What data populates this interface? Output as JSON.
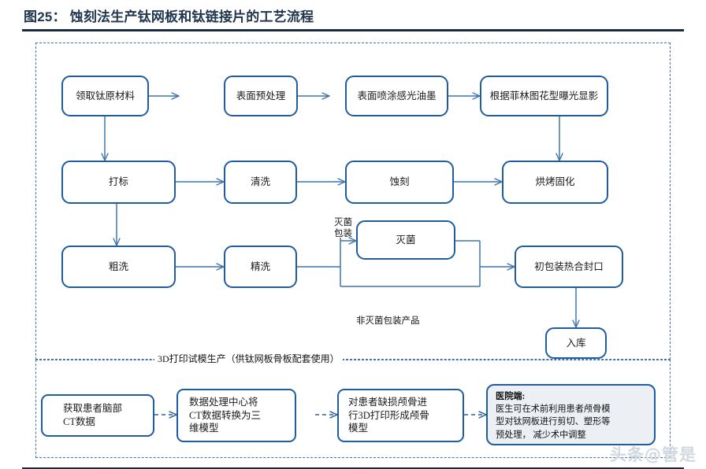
{
  "title": {
    "text": "图25： 蚀刻法生产钛网板和钛链接片的工艺流程"
  },
  "watermark": {
    "text": "头条@管是"
  },
  "regions": {
    "main_process": {
      "label": ""
    },
    "printing_section": {
      "label": "3D打印试模生产（供钛网板骨板配套使用）"
    }
  },
  "nodes": {
    "raw_material": {
      "label": "领取钛原材料"
    },
    "surface_pretreat": {
      "label": "表面预处理"
    },
    "photoresist_spray": {
      "label": "表面喷涂感光油墨"
    },
    "film_exposure": {
      "label": "根据菲林图花型曝光显影"
    },
    "marking": {
      "label": "打标"
    },
    "cleaning": {
      "label": "清洗"
    },
    "etching": {
      "label": "蚀刻"
    },
    "bake_cure": {
      "label": "烘烤固化"
    },
    "rough_wash": {
      "label": "粗洗"
    },
    "fine_wash": {
      "label": "精洗"
    },
    "sterilize": {
      "label": "灭菌"
    },
    "heat_seal": {
      "label": "初包装热合封口"
    },
    "warehouse": {
      "label": "入库"
    },
    "ct_scan": {
      "label": "获取患者脑部\nCT数据"
    },
    "data_center": {
      "label": "数据处理中心将\nCT数据转换为三\n维模型"
    },
    "print_skull": {
      "label": "对患者缺损颅骨进\n行3D打印形成颅骨\n模型"
    },
    "hospital": {
      "title": "医院端:",
      "body": "医生可在术前利用患者颅骨模\n型对钛网板进行剪切、塑形等\n预处理， 减少术中调整"
    }
  },
  "labels": {
    "sterile_packaging": "灭菌\n包装",
    "non_sterile_product": "非灭菌包装产品"
  },
  "colors": {
    "node_border": "#1f5ca0",
    "connector": "#3f74ab",
    "dashed_border": "#4472a8",
    "title_text": "#21364f",
    "note_background": "#eceff3",
    "watermark": "#cfd6de"
  }
}
